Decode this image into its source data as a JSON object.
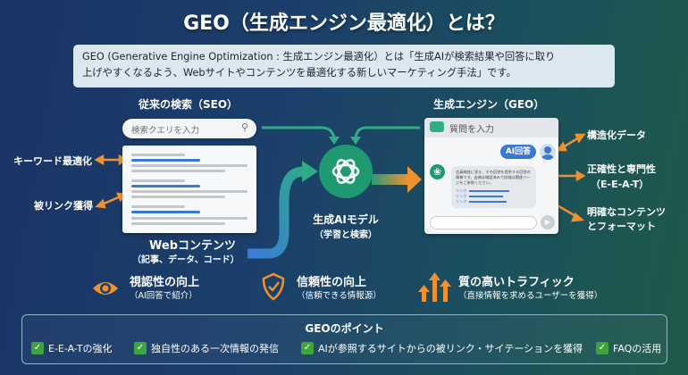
{
  "title": "GEO（生成エンジン最適化）とは？",
  "description": {
    "line1": "GEO (Generative Engine Optimization : 生成エンジン最適化）とは「生成AIが検索結果や回答に取り",
    "line2": "上げやすくなるよう、Webサイトやコンテンツを最適化する新しいマーケティング手法」です。"
  },
  "seo": {
    "heading": "従来の検索（SEO）",
    "search_placeholder": "検索クエリを入力",
    "label_keyword": "キーワード最適化",
    "label_backlink": "被リンク獲得",
    "content_title": "Webコンテンツ",
    "content_sub": "（記事、データ、コード）"
  },
  "model": {
    "title": "生成AIモデル",
    "sub": "（学習と検索）"
  },
  "geo": {
    "heading": "生成エンジン（GEO）",
    "chat_placeholder": "質問を入力",
    "ai_answer": "AI回答",
    "answer_text": "会員様皆に答え、その回答を提供する回答の情報です。出典は確認済みで詳細は関連ページをご参照ください。",
    "links": [
      "リンク",
      "リンク",
      "リンク"
    ],
    "label_structured": "構造化データ",
    "label_accuracy": "正確性と専門性",
    "label_eeat": "（E-E-A-T）",
    "label_clear1": "明確なコンテンツ",
    "label_clear2": "とフォーマット"
  },
  "benefits": [
    {
      "title": "視認性の向上",
      "sub": "（AI回答で紹介）",
      "icon": "eye-icon"
    },
    {
      "title": "信頼性の向上",
      "sub": "（信頼できる情報源）",
      "icon": "shield-check-icon"
    },
    {
      "title": "質の高いトラフィック",
      "sub": "（直接情報を求めるユーザーを獲得）",
      "icon": "arrows-up-icon"
    }
  ],
  "points": {
    "title": "GEOのポイント",
    "items": [
      "E-E-A-Tの強化",
      "独自性のある一次情報の発信",
      "AIが参照するサイトからの被リンク・サイテーションを獲得",
      "FAQの活用"
    ]
  },
  "colors": {
    "accent_orange": "#f0912f",
    "green": "#1f9a70",
    "blue": "#3a78d6"
  }
}
